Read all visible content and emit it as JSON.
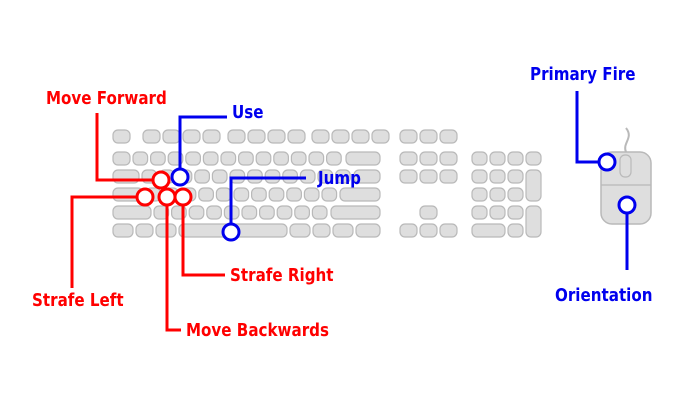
{
  "colors": {
    "movement": "#ff0000",
    "action": "#0000ee",
    "key_fill": "#dedede",
    "key_stroke": "#b9b9b9"
  },
  "labels": {
    "move_forward": "Move Forward",
    "use": "Use",
    "jump": "Jump",
    "strafe_left": "Strafe Left",
    "strafe_right": "Strafe Right",
    "move_backwards": "Move Backwards",
    "primary_fire": "Primary Fire",
    "orientation": "Orientation"
  }
}
